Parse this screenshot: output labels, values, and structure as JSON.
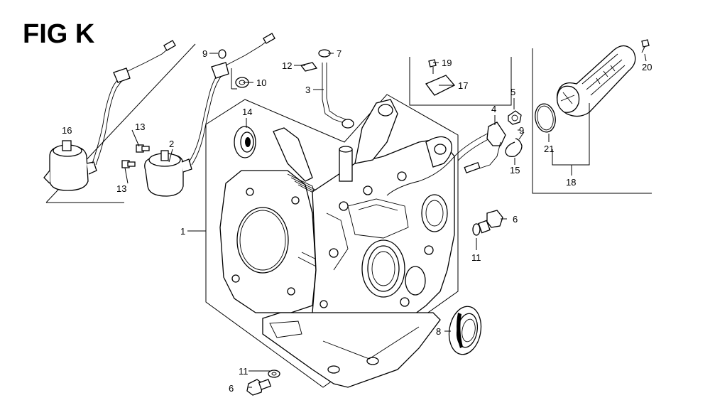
{
  "figure": {
    "title": "FIG K"
  },
  "callouts": {
    "c1": "1",
    "c2": "2",
    "c3": "3",
    "c4": "4",
    "c5": "5",
    "c6a": "6",
    "c6b": "6",
    "c7": "7",
    "c8": "8",
    "c9a": "9",
    "c9b": "9",
    "c10": "10",
    "c11a": "11",
    "c11b": "11",
    "c12": "12",
    "c13a": "13",
    "c13b": "13",
    "c14": "14",
    "c15": "15",
    "c16": "16",
    "c17": "17",
    "c18": "18",
    "c19": "19",
    "c20": "20",
    "c21": "21"
  }
}
